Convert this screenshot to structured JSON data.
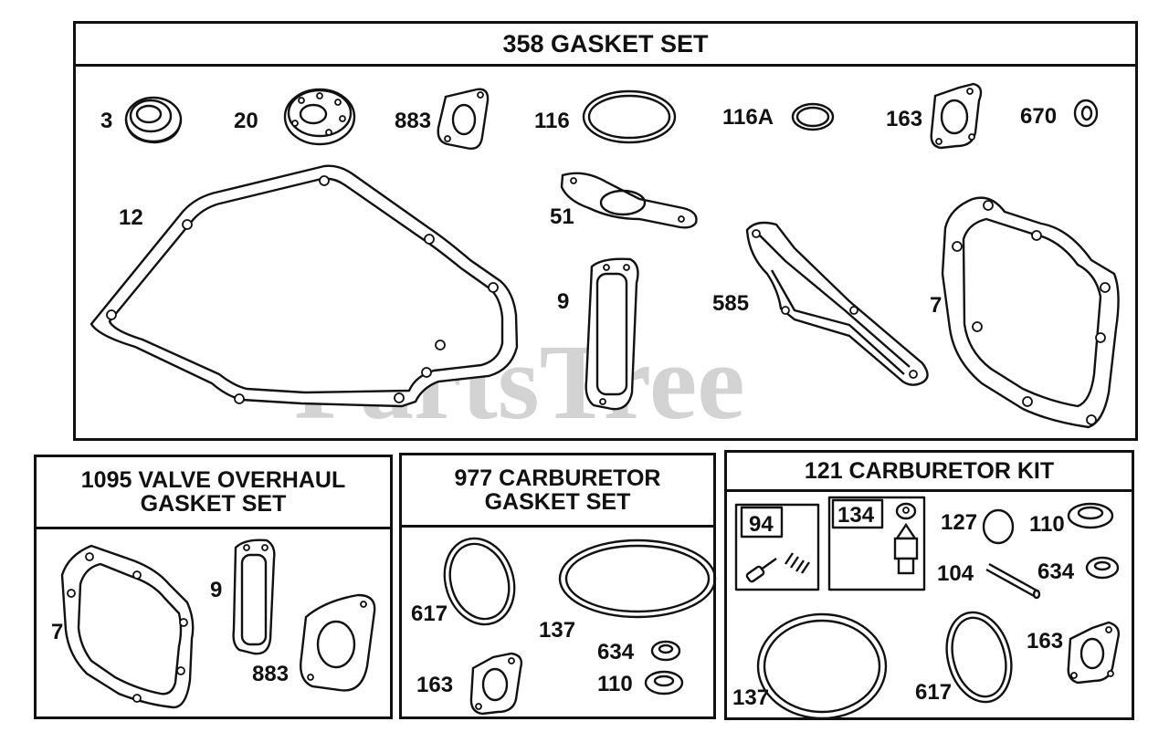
{
  "watermark": {
    "text": "PartsTree"
  },
  "panels": {
    "main": {
      "title": "358 GASKET SET",
      "labels": {
        "p3": "3",
        "p20": "20",
        "p883": "883",
        "p116": "116",
        "p116a": "116A",
        "p163": "163",
        "p670": "670",
        "p12": "12",
        "p51": "51",
        "p9": "9",
        "p585": "585",
        "p7": "7"
      }
    },
    "valve": {
      "title": "1095 VALVE OVERHAUL\nGASKET SET",
      "labels": {
        "p7": "7",
        "p9": "9",
        "p883": "883"
      }
    },
    "carb_gasket": {
      "title": "977 CARBURETOR\nGASKET SET",
      "labels": {
        "p617": "617",
        "p137": "137",
        "p634": "634",
        "p163": "163",
        "p110": "110"
      }
    },
    "carb_kit": {
      "title": "121 CARBURETOR KIT",
      "labels": {
        "p94": "94",
        "p134": "134",
        "p127": "127",
        "p110": "110",
        "p104": "104",
        "p634": "634",
        "p137": "137",
        "p617": "617",
        "p163": "163"
      }
    }
  }
}
